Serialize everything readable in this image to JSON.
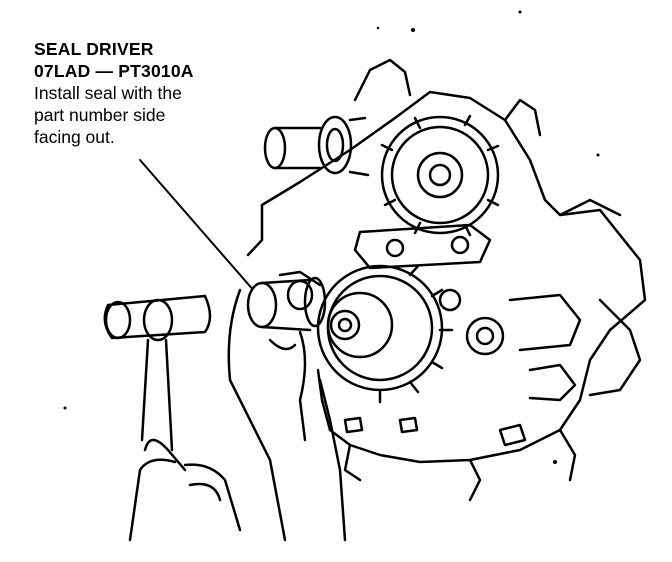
{
  "callout": {
    "tool_name": "SEAL DRIVER",
    "part_number": "07LAD — PT3010A",
    "instruction_lines": [
      "Install seal with the",
      "part number side",
      "facing out."
    ]
  }
}
